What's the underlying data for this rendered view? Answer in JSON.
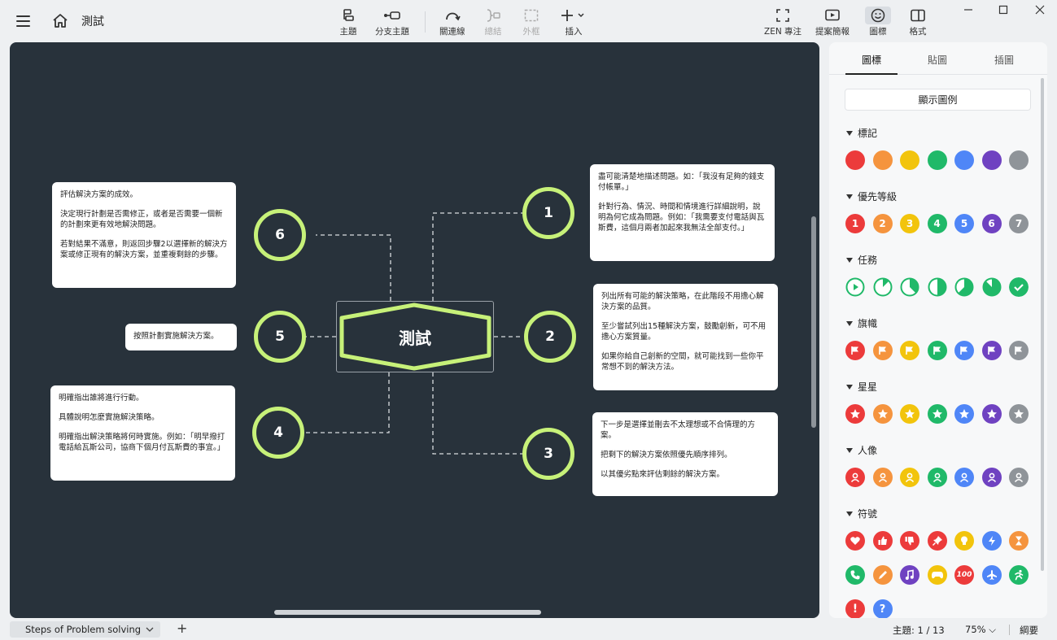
{
  "window": {
    "title": "測試"
  },
  "toolbar": {
    "topic": "主題",
    "subtopic": "分支主題",
    "relationship": "關連線",
    "summary": "總結",
    "boundary": "外框",
    "insert": "插入",
    "zen": "ZEN 專注",
    "pitch": "提案簡報",
    "icons": "圖標",
    "format": "格式"
  },
  "map": {
    "central": "測試",
    "nodes": [
      "1",
      "2",
      "3",
      "4",
      "5",
      "6"
    ],
    "notes": {
      "n1": [
        "盡可能清楚地描述問題。如：「我沒有足夠的錢支付帳單。」",
        "針對行為、情況、時間和情境進行詳細說明，說明為何它成為問題。例如：「我需要支付電話與瓦斯費，這個月兩者加起來我無法全部支付。」"
      ],
      "n2": [
        "列出所有可能的解決策略，在此階段不用擔心解決方案的品質。",
        "至少嘗試列出15種解決方案，鼓勵創新，可不用擔心方案質量。",
        "如果你給自己創新的空間，就可能找到一些你平常想不到的解決方法。"
      ],
      "n3": [
        "下一步是選擇並刪去不太理想或不合情理的方案。",
        "把剩下的解決方案依照優先順序排列。",
        "以其優劣點來評估剩餘的解決方案。"
      ],
      "n4": [
        "明確指出誰將進行行動。",
        "具體說明怎麼實施解決策略。",
        "明確指出解決策略將何時實施。例如：「明早撥打電話給瓦斯公司，協商下個月付瓦斯費的事宜。」"
      ],
      "n5": [
        "按照計劃實施解決方案。"
      ],
      "n6": [
        "評估解決方案的成效。",
        "決定現行計劃是否需修正，或者是否需要一個新的計劃來更有效地解決問題。",
        "若對結果不滿意，則返回步驟2以選擇新的解決方案或修正現有的解決方案，並重複剩餘的步驟。"
      ]
    }
  },
  "panel": {
    "tabs": [
      "圖標",
      "貼圖",
      "插圖"
    ],
    "legend_button": "顯示圖例",
    "sections": {
      "mark": "標記",
      "priority": "優先等級",
      "task": "任務",
      "flag": "旗幟",
      "star": "星星",
      "person": "人像",
      "symbol": "符號"
    },
    "palette": [
      "#ec3b3b",
      "#f5943e",
      "#f2c40c",
      "#20b969",
      "#4f86f7",
      "#6f42c1",
      "#8f9499"
    ],
    "task_color": "#20b969",
    "symbol_colors": [
      "#ec3b3b",
      "#ec3b3b",
      "#ec3b3b",
      "#ec3b3b",
      "#f2c40c",
      "#4f86f7",
      "#f5943e",
      "#20b969",
      "#f5943e",
      "#6f42c1",
      "#f2c40c",
      "#ec3b3b",
      "#4f86f7",
      "#20b969",
      "#ec3b3b",
      "#4f86f7"
    ],
    "symbol_icons": [
      "heart-icon",
      "thumbs-up-icon",
      "thumbs-down-icon",
      "pin-icon",
      "bulb-icon",
      "lightning-icon",
      "hourglass-icon",
      "phone-icon",
      "pencil-icon",
      "music-icon",
      "gamepad-icon",
      "hundred-icon",
      "plane-icon",
      "runner-icon",
      "exclamation-icon",
      "question-icon"
    ]
  },
  "status": {
    "sheet": "Steps of Problem solving",
    "topic_count": "主題: 1 / 13",
    "zoom": "75%",
    "outline": "綱要"
  },
  "colors": {
    "accent": "#c7f179",
    "canvas": "#28323b"
  }
}
